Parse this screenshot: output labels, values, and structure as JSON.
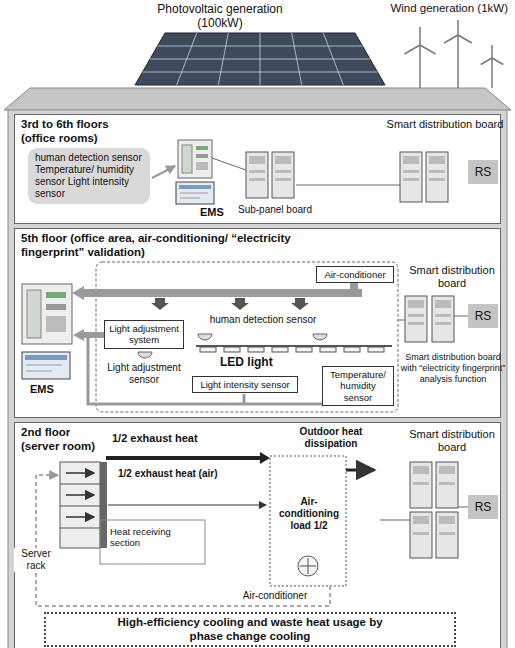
{
  "diagram": {
    "nodes": [
      {
        "text": [
          "3rd to 6th floors (office rooms)"
        ]
      },
      {
        "text": [
          "human detection sensor Temperature/ humidity sensor Light intensity sensor"
        ],
        "in": 0
      },
      {
        "text": [
          "RS"
        ],
        "in": 0
      },
      {
        "text": [
          "5th floor (office area, air-conditioning/ “electricity fingerprint” validation)"
        ]
      },
      {
        "text": [
          "Air-conditioner"
        ],
        "in": 3
      },
      {
        "text": [
          "Light adjustment system"
        ],
        "in": 3
      },
      {
        "text": [
          "Light intensity sensor"
        ],
        "in": 3
      },
      {
        "text": [
          "Temperature/ humidity sensor"
        ],
        "in": 3
      },
      {
        "text": [
          "RS"
        ],
        "in": 3
      },
      {
        "text": [
          "2nd floor (server room)"
        ]
      },
      {
        "text": [
          "RS"
        ],
        "in": 9
      },
      {
        "text": [
          "High-efficiency cooling and waste heat usage by phase change cooling"
        ],
        "in": 9
      }
    ],
    "labels": [
      "Photovoltaic generation (100kW)",
      "Wind generation (1kW)",
      "EMS",
      "Smart distribution board",
      "Sub-panel board",
      "human detection sensor",
      "Light adjustment sensor",
      "LED light",
      "EMS",
      "Smart distribution board",
      "Smart distribution board with “electricity fingerprint” analysis function",
      "1/2 exhaust heat",
      "1/2 exhaust heat (air)",
      "Outdoor heat dissipation",
      "Air-conditioning load 1/2",
      "Server rack",
      "Heat receiving section",
      "Air-conditioner",
      "Smart distribution board"
    ]
  }
}
